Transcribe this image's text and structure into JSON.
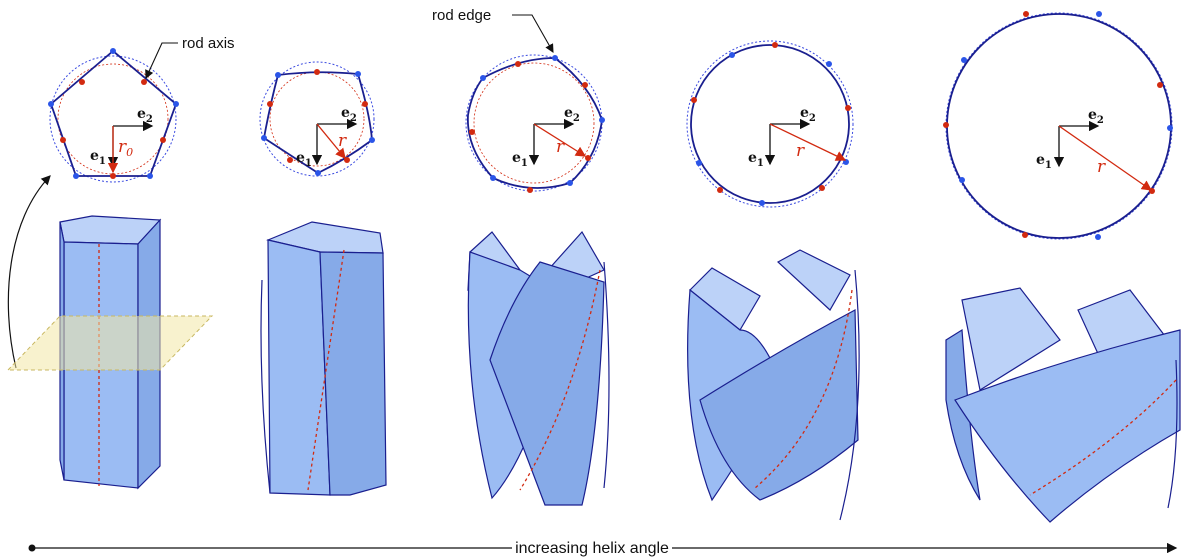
{
  "labels": {
    "rod_axis": "rod axis",
    "rod_edge": "rod edge",
    "e1": "e",
    "e1_sub": "1",
    "e2": "e",
    "e2_sub": "2",
    "r0": "r",
    "r0_sub": "0",
    "r": "r",
    "bottom_axis": "increasing helix angle"
  },
  "colors": {
    "face_fill": "#9bbcf3",
    "face_fill_back": "#bcd2f8",
    "edge_stroke": "#1a1f8f",
    "axis_red": "#d22a10",
    "edge_dot_blue": "#2b55e8",
    "cut_plane": "#f3e7a6"
  },
  "stages": [
    {
      "name": "stage-1",
      "twist": "none"
    },
    {
      "name": "stage-2",
      "twist": "low"
    },
    {
      "name": "stage-3",
      "twist": "medium"
    },
    {
      "name": "stage-4",
      "twist": "high"
    },
    {
      "name": "stage-5",
      "twist": "very-high"
    }
  ]
}
